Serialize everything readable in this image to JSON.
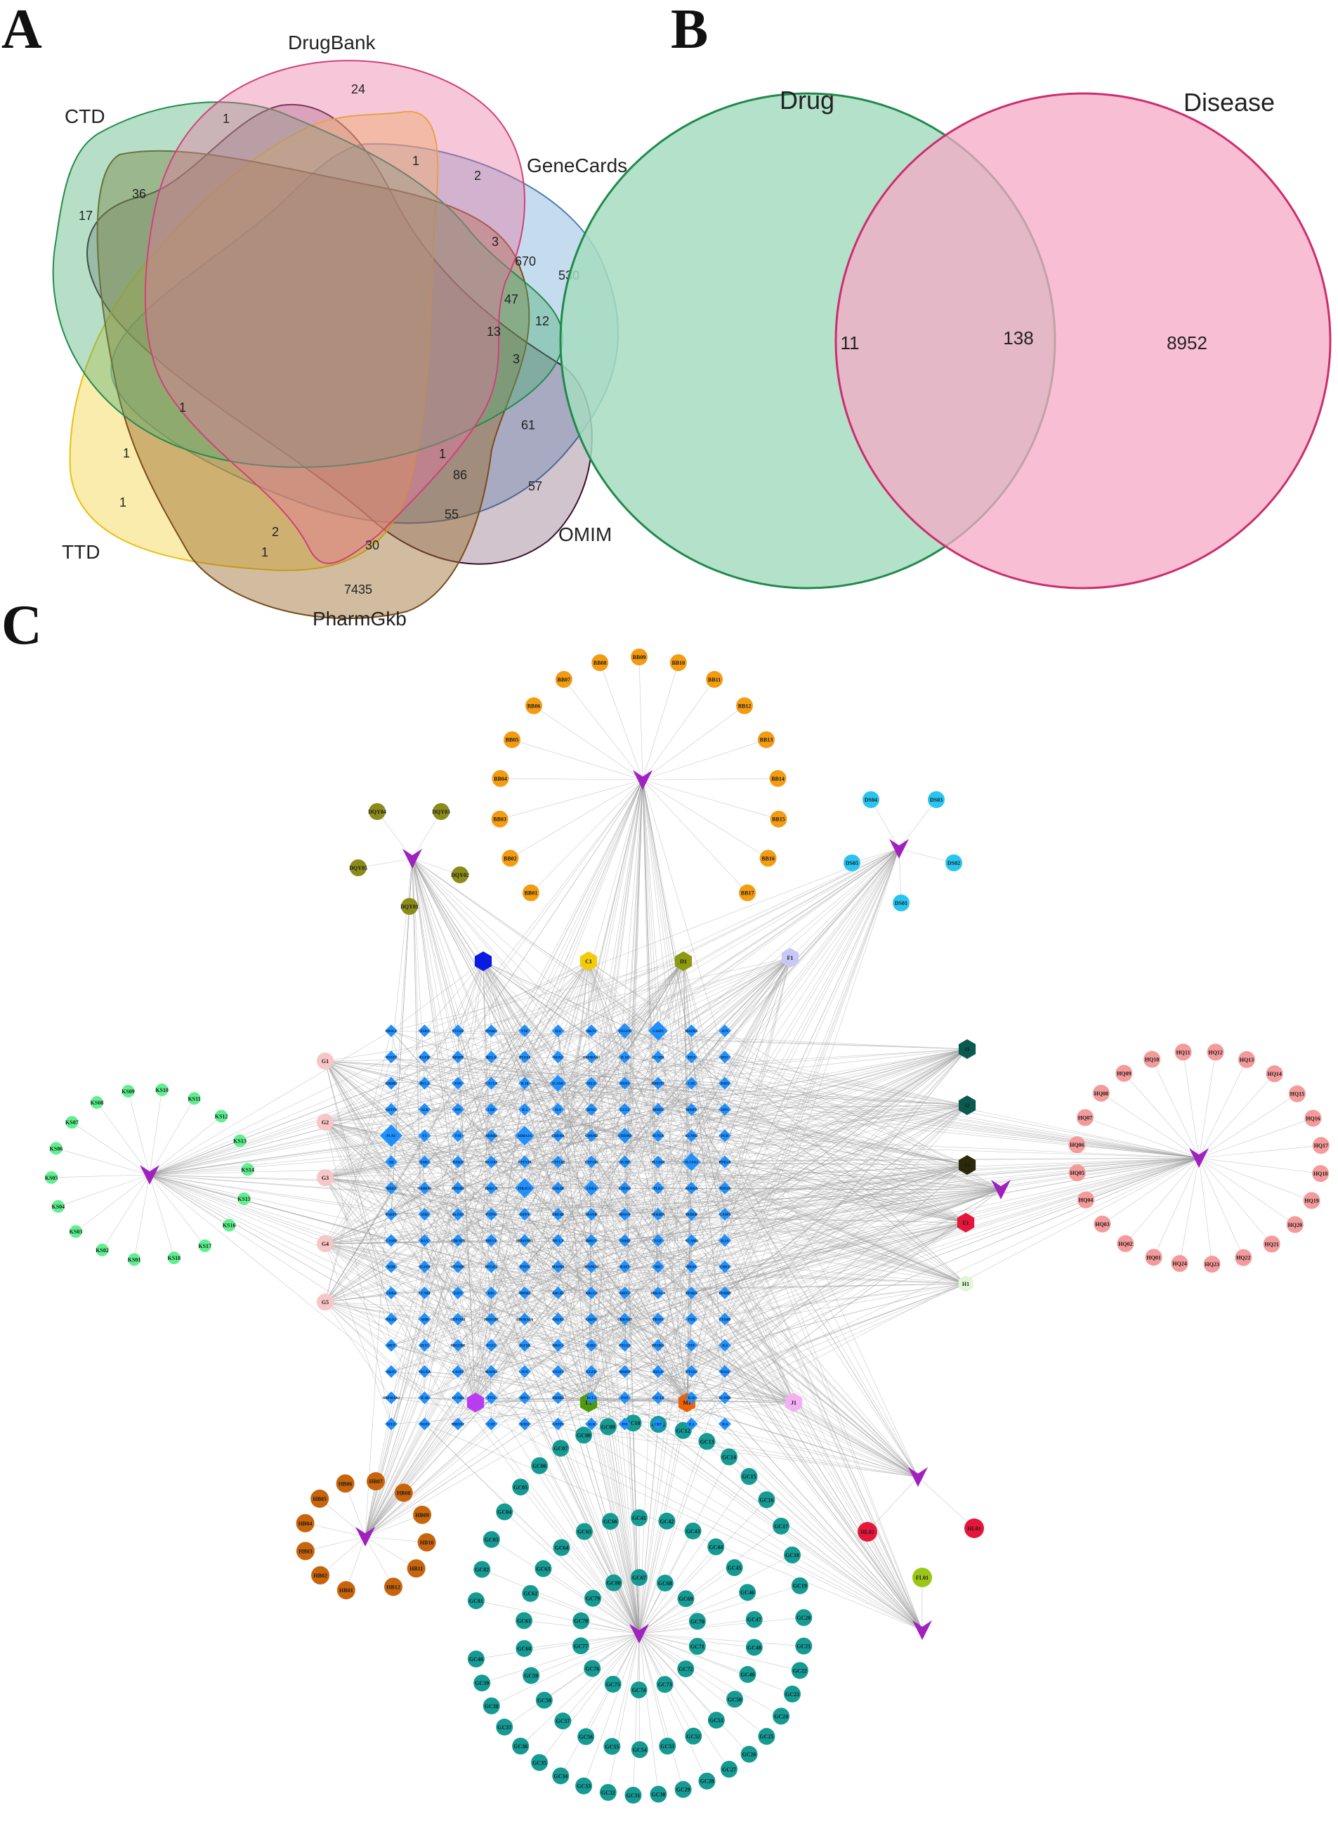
{
  "panels": {
    "a": "A",
    "b": "B",
    "c": "C"
  },
  "panel_a": {
    "labels": [
      "DrugBank",
      "CTD",
      "GeneCards",
      "TTD",
      "OMIM",
      "PharmGkb"
    ],
    "counts": [
      "24",
      "1",
      "1",
      "2",
      "36",
      "17",
      "3",
      "670",
      "530",
      "47",
      "12",
      "13",
      "3",
      "1",
      "61",
      "1",
      "1",
      "1",
      "86",
      "57",
      "55",
      "2",
      "30",
      "1",
      "7435"
    ]
  },
  "panel_b": {
    "left_label": "Drug",
    "right_label": "Disease",
    "left_only": "11",
    "intersection": "138",
    "right_only": "8952"
  },
  "colors": {
    "venn_drugbank": "#e8739f",
    "venn_ctd": "#4caf73",
    "venn_genecards": "#6fa8d6",
    "venn_ttd": "#f5d547",
    "venn_omim": "#5a2a4a",
    "venn_pharmgkb": "#9a6a2a",
    "drug_circle": "#a6dcc1",
    "disease_circle": "#f5a9c6",
    "target": "#1e90ff",
    "bb": "#f39c12",
    "dqy": "#8b8b1a",
    "ds": "#29c5f0",
    "ks": "#5ef08f",
    "hq": "#f49a9a",
    "gc": "#159a94",
    "hb": "#c7640c",
    "g": "#f7c6c6",
    "herb_marker": "#a020c0"
  },
  "panel_c": {
    "hubs": [
      "C1",
      "D1",
      "F1",
      "I1",
      "I2",
      "I3",
      "E1",
      "H1",
      "G1",
      "G2",
      "G3",
      "G4",
      "G5",
      "L1",
      "M1",
      "J1",
      "HL01",
      "HL02",
      "FL01"
    ],
    "bb": [
      "BB01",
      "BB02",
      "BB03",
      "BB04",
      "BB05",
      "BB06",
      "BB07",
      "BB08",
      "BB09",
      "BB10",
      "BB11",
      "BB12",
      "BB13",
      "BB14",
      "BB15",
      "BB16",
      "BB17"
    ],
    "dqy": [
      "DQY01",
      "DQY02",
      "DQY03",
      "DQY04",
      "DQY05"
    ],
    "ds": [
      "DS01",
      "DS02",
      "DS03",
      "DS04",
      "DS05"
    ],
    "ks": [
      "KS01",
      "KS02",
      "KS03",
      "KS04",
      "KS05",
      "KS06",
      "KS07",
      "KS08",
      "KS09",
      "KS10",
      "KS11",
      "KS12",
      "KS13",
      "KS14",
      "KS15",
      "KS16",
      "KS17",
      "KS18"
    ],
    "hq": [
      "HQ01",
      "HQ02",
      "HQ03",
      "HQ04",
      "HQ05",
      "HQ06",
      "HQ07",
      "HQ08",
      "HQ09",
      "HQ10",
      "HQ11",
      "HQ12",
      "HQ13",
      "HQ14",
      "HQ15",
      "HQ16",
      "HQ17",
      "HQ18",
      "HQ19",
      "HQ20",
      "HQ21",
      "HQ22",
      "HQ23",
      "HQ24"
    ],
    "hb": [
      "HB01",
      "HB02",
      "HB03",
      "HB04",
      "HB05",
      "HB06",
      "HB07",
      "HB08",
      "HB09",
      "HB10",
      "HB11",
      "HB12"
    ],
    "gc_outer": [
      "GC01",
      "GC02",
      "GC03",
      "GC04",
      "GC05",
      "GC06",
      "GC07",
      "GC08",
      "GC09",
      "GC10",
      "GC11",
      "GC12",
      "GC13",
      "GC14",
      "GC15",
      "GC16",
      "GC17",
      "GC18",
      "GC19",
      "GC20",
      "GC21",
      "GC22",
      "GC23",
      "GC24",
      "GC25",
      "GC26",
      "GC27",
      "GC28",
      "GC29",
      "GC30",
      "GC31",
      "GC32",
      "GC33",
      "GC34",
      "GC35",
      "GC36",
      "GC37",
      "GC38",
      "GC39",
      "GC40"
    ],
    "gc_mid": [
      "GC41",
      "GC42",
      "GC43",
      "GC44",
      "GC45",
      "GC46",
      "GC47",
      "GC48",
      "GC49",
      "GC50",
      "GC51",
      "GC52",
      "GC53",
      "GC54",
      "GC55",
      "GC56",
      "GC57",
      "GC58",
      "GC59",
      "GC60",
      "GC61",
      "GC62",
      "GC63",
      "GC64",
      "GC65",
      "GC66"
    ],
    "gc_inner": [
      "GC67",
      "GC68",
      "GC69",
      "GC70",
      "GC71",
      "GC72",
      "GC73",
      "GC74",
      "GC75",
      "GC76",
      "GC77",
      "GC78",
      "GC79",
      "GC80"
    ],
    "targets": [
      "NR3C1",
      "ESR1",
      "PTGS2",
      "PPARG",
      "TNF",
      "IL6",
      "AKT1",
      "VEGFA",
      "CASP3",
      "MAPK1",
      "JUN",
      "STAT3",
      "EGFR",
      "MMP9",
      "RELA",
      "PTGS1",
      "NOS2",
      "HSP90AA1",
      "IL1B",
      "CCND1",
      "TP53",
      "MYC",
      "ERBB2",
      "BCL2",
      "FOS",
      "CXCL8",
      "IL10",
      "ICAM1",
      "SELE",
      "NOS3",
      "HMOX1",
      "CAT",
      "SOD1",
      "GSTP1",
      "ALB",
      "INS",
      "CRP",
      "IL2",
      "IL4",
      "IFNG",
      "CCL2",
      "MMP2",
      "MMP1",
      "SPP1",
      "PLAU",
      "F2",
      "F10",
      "ADRB2",
      "ADRA1A",
      "CHRM1",
      "CHRM2",
      "CHRM3",
      "SCN5A",
      "KCNH2",
      "PGR",
      "AR",
      "ESR2",
      "RXRA",
      "NCOA2",
      "CYP3A4",
      "CYP1A2",
      "CYP1A1",
      "ACHE",
      "SLC6A4",
      "SLC6A2",
      "HTR2A",
      "DRD2",
      "GABRA1",
      "OPRM1",
      "PRKCA",
      "PIK3CG",
      "GSK3B",
      "CDK2",
      "CHEK1",
      "PLK1",
      "AURKA",
      "TOP2A",
      "PARP1",
      "XDH",
      "ALOX5",
      "PTPN1",
      "DPP4",
      "PDE4D",
      "MAOB",
      "MAOA",
      "NFKBIA",
      "IKBKB",
      "CASP9",
      "CASP8",
      "BAX",
      "CDKN1A",
      "HIF1A",
      "SERPINE1",
      "MCL1",
      "BIRC5",
      "THBD",
      "EGF",
      "VCAM1",
      "IL1A",
      "KDR",
      "TGFB1",
      "CTNNB1",
      "NFE2L2",
      "PTEN",
      "MAPK8",
      "MAPK14",
      "RAF1",
      "SRC",
      "HRAS",
      "CDK1",
      "CDK4",
      "CCNB1",
      "E2F1",
      "RB1",
      "MDM2",
      "ABCB1",
      "ABCG2",
      "SIRT1",
      "PRKACA",
      "PPARA",
      "PPARD",
      "NR1I2",
      "AHR",
      "CYP19A1",
      "HSD11B1",
      "ADORA2A",
      "GRIA2",
      "GRIN1",
      "CHRNA7",
      "PRSS1",
      "TYR",
      "LTA4H",
      "MET",
      "FLT1",
      "PDGFRB",
      "FGF2",
      "IGF1R"
    ]
  }
}
